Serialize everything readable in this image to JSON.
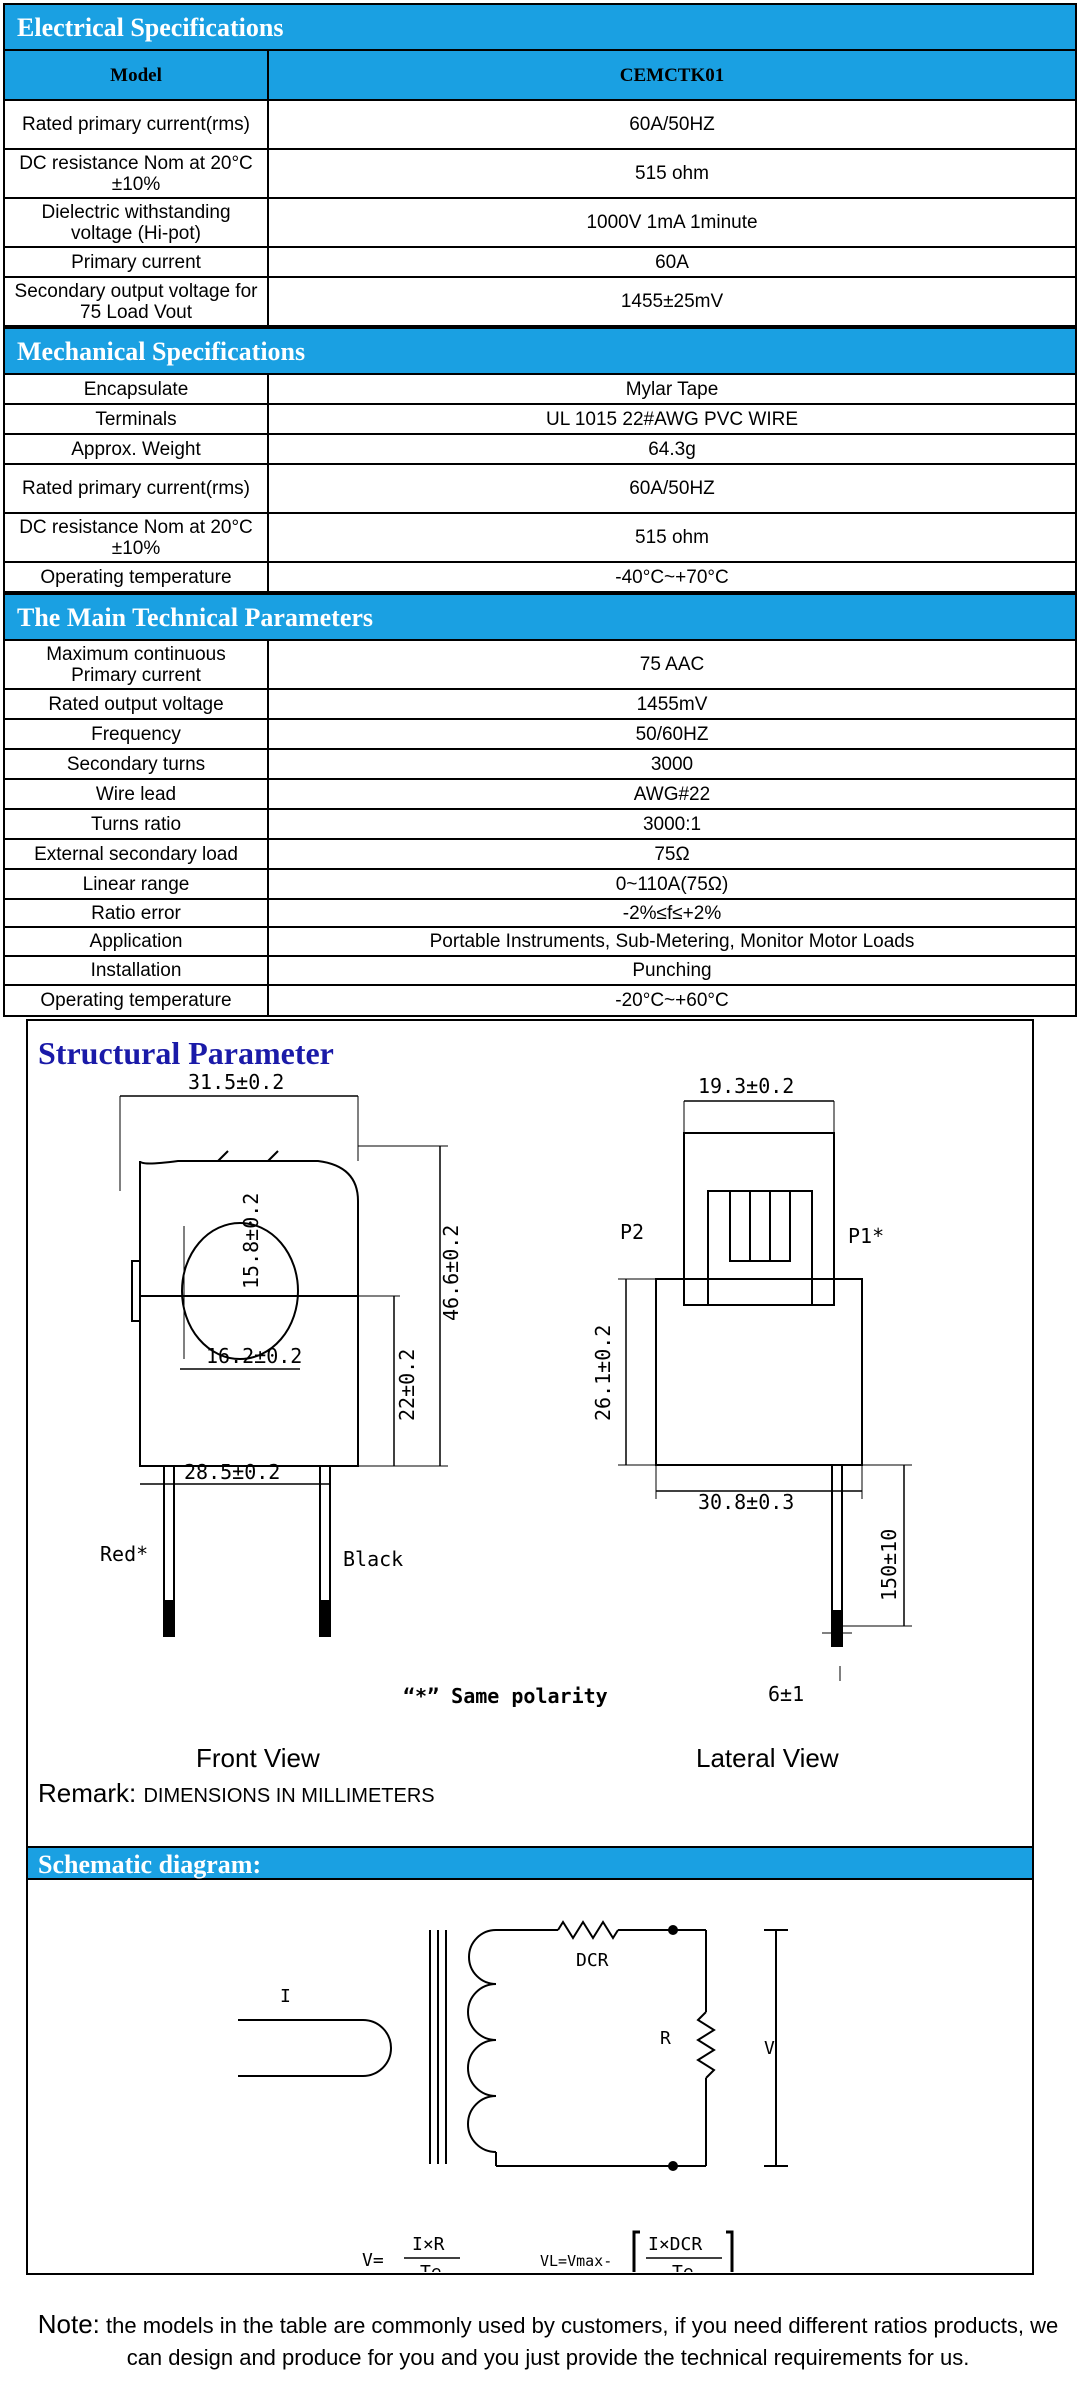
{
  "electrical": {
    "title": "Electrical Specifications",
    "header": {
      "k": "Model",
      "v": "CEMCTK01"
    },
    "rows": [
      {
        "k": "Rated primary current(rms)",
        "v": "60A/50HZ"
      },
      {
        "k": "DC resistance Nom at 20°C ±10%",
        "v": "515 ohm"
      },
      {
        "k": "Dielectric withstanding voltage (Hi-pot)",
        "v": "1000V 1mA 1minute"
      },
      {
        "k": "Primary current",
        "v": "60A"
      },
      {
        "k": "Secondary output voltage for 75 Load Vout",
        "v": "1455±25mV"
      }
    ]
  },
  "mechanical": {
    "title": "Mechanical Specifications",
    "rows": [
      {
        "k": "Encapsulate",
        "v": "Mylar Tape"
      },
      {
        "k": "Terminals",
        "v": "UL 1015 22#AWG PVC WIRE"
      },
      {
        "k": "Approx. Weight",
        "v": "64.3g"
      },
      {
        "k": "Rated primary current(rms)",
        "v": "60A/50HZ"
      },
      {
        "k": "DC resistance Nom at 20°C ±10%",
        "v": "515 ohm"
      },
      {
        "k": "Operating temperature",
        "v": "-40°C~+70°C"
      }
    ]
  },
  "technical": {
    "title": "The Main Technical Parameters",
    "rows": [
      {
        "k": "Maximum continuous Primary current",
        "v": "75 AAC"
      },
      {
        "k": "Rated output voltage",
        "v": "1455mV"
      },
      {
        "k": "Frequency",
        "v": "50/60HZ"
      },
      {
        "k": "Secondary turns",
        "v": "3000"
      },
      {
        "k": "Wire lead",
        "v": "AWG#22"
      },
      {
        "k": "Turns ratio",
        "v": "3000:1"
      },
      {
        "k": "External secondary load",
        "v": "75Ω"
      },
      {
        "k": "Linear range",
        "v": "0~110A(75Ω)"
      },
      {
        "k": "Ratio error",
        "v": "-2%≤f≤+2%"
      },
      {
        "k": "Application",
        "v": "Portable Instruments, Sub-Metering, Monitor Motor Loads"
      },
      {
        "k": "Installation",
        "v": "Punching"
      },
      {
        "k": "Operating temperature",
        "v": "-20°C~+60°C"
      }
    ]
  },
  "structural": {
    "title": "Structural Parameter",
    "front": {
      "w_top": "31.5±0.2",
      "hole_d": "15.8±0.2",
      "hole_w": "16.2±0.2",
      "h": "46.6±0.2",
      "h_low": "22±0.2",
      "w_base": "28.5±0.2",
      "lead_left": "Red*",
      "lead_right": "Black"
    },
    "lateral": {
      "w_top": "19.3±0.2",
      "p2": "P2",
      "p1": "P1*",
      "h": "26.1±0.2",
      "w_base": "30.8±0.3",
      "lead_len": "150±10",
      "lead_w": "6±1"
    },
    "polarity_note": "“*” Same polarity",
    "front_label": "Front View",
    "lateral_label": "Lateral View",
    "remark_label": "Remark:",
    "remark_text": "DIMENSIONS IN MILLIMETERS"
  },
  "schematic": {
    "title": "Schematic diagram:",
    "i_label": "I",
    "dcr_label": "DCR",
    "r_label": "R",
    "v_label": "V",
    "formula1_lhs": "V=",
    "formula1_num": "I×R",
    "formula1_den": "Te",
    "formula2_lhs": "VL=Vmax-",
    "formula2_num": "I×DCR",
    "formula2_den": "Te"
  },
  "note": {
    "label": "Note:",
    "text": "the models in the table are commonly used by customers, if you need different ratios products, we can design and produce for you and you just provide the technical requirements for us."
  }
}
